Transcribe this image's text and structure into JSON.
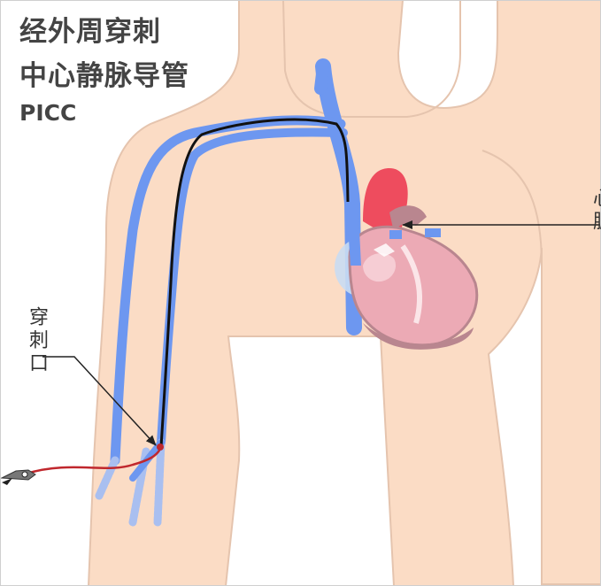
{
  "title": {
    "line1": "经外周穿刺",
    "line2": "中心静脉导管",
    "abbr": "PICC"
  },
  "labels": {
    "puncture_site": "穿刺口",
    "heart": "心脏"
  },
  "colors": {
    "skin": "#fbdcc5",
    "skin_outline": "#e5c4ae",
    "vein": "#6d97f0",
    "catheter": "#111111",
    "needle_line": "#c0272d",
    "heart_red": "#ee4c5e",
    "heart_pink": "#ecaab5",
    "heart_dark": "#b9868f"
  }
}
